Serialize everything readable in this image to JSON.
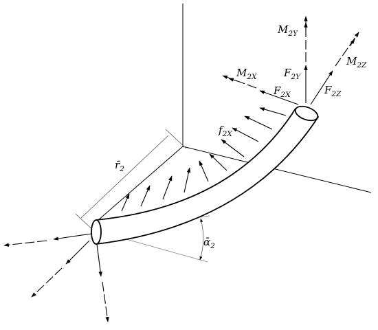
{
  "labels": {
    "m2y": {
      "main": "M",
      "sub": "2Y"
    },
    "m2z": {
      "main": "M",
      "sub": "2Z"
    },
    "m2x": {
      "main": "M",
      "sub": "2X"
    },
    "f2y": {
      "main": "F",
      "sub": "2Y"
    },
    "f2x": {
      "main": "F",
      "sub": "2X"
    },
    "f2z": {
      "main": "F",
      "sub": "2Z"
    },
    "f2x_dist": {
      "main": "f",
      "sub": "2X"
    },
    "r2": {
      "main": "r̄",
      "sub": "2"
    },
    "alpha2": {
      "main": "ᾱ",
      "sub": "2"
    }
  },
  "colors": {
    "line": "#000000",
    "construction": "#9a9a9a"
  }
}
